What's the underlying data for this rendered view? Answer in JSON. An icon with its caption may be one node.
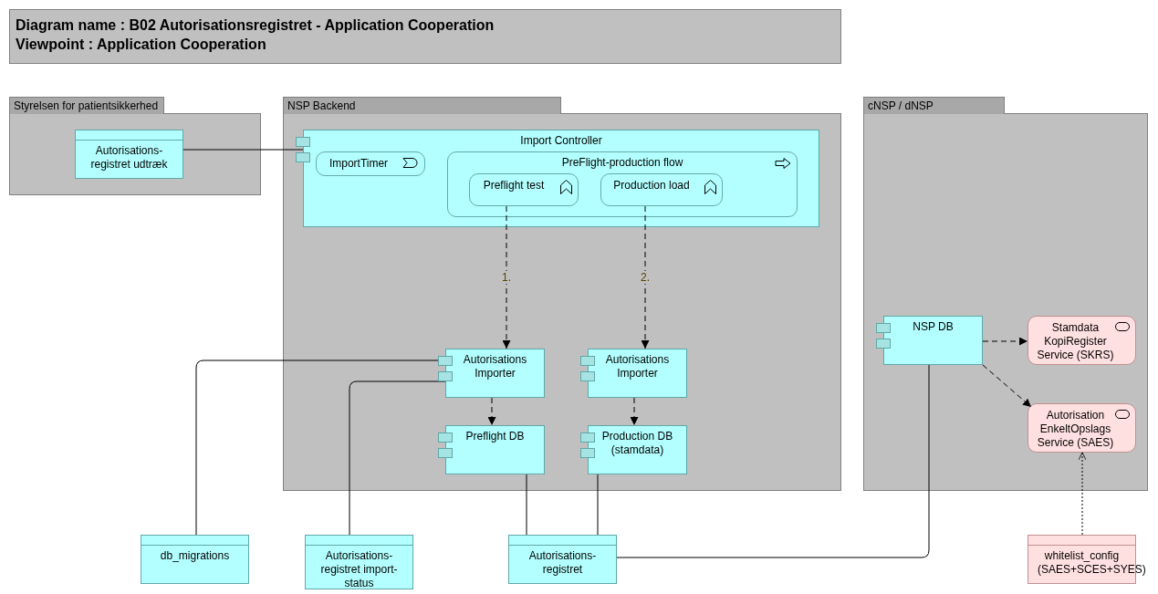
{
  "diagram": {
    "nodes": [
      {
        "text": [
          "Diagram name : B02 Autorisationsregistret - Application Cooperation",
          "Viewpoint : Application Cooperation"
        ]
      },
      {
        "text": [
          "Styrelsen for patientsikkerhed"
        ]
      },
      {
        "text": [
          "Autorisations-registret udtræk"
        ],
        "in": 1
      },
      {
        "text": [
          "NSP Backend"
        ]
      },
      {
        "text": [
          "Import Controller"
        ],
        "in": 3
      },
      {
        "text": [
          "ImportTimer"
        ],
        "in": 4
      },
      {
        "text": [
          "PreFlight-production flow"
        ],
        "in": 4
      },
      {
        "text": [
          "Preflight test"
        ],
        "in": 6
      },
      {
        "text": [
          "Production load"
        ],
        "in": 6
      },
      {
        "text": [
          "Autorisations Importer"
        ],
        "in": 3
      },
      {
        "text": [
          "Autorisations Importer"
        ],
        "in": 3
      },
      {
        "text": [
          "Preflight DB"
        ],
        "in": 3
      },
      {
        "text": [
          "Production DB (stamdata)"
        ],
        "in": 3
      },
      {
        "text": [
          "cNSP / dNSP"
        ]
      },
      {
        "text": [
          "NSP DB"
        ],
        "in": 13
      },
      {
        "text": [
          "Stamdata KopiRegister Service (SKRS)"
        ],
        "in": 13
      },
      {
        "text": [
          "Autorisation EnkeltOpslags Service (SAES)"
        ],
        "in": 13
      },
      {
        "text": [
          "db_migrations"
        ]
      },
      {
        "text": [
          "Autorisations-registret import-status"
        ]
      },
      {
        "text": [
          "Autorisations-registret"
        ]
      },
      {
        "text": [
          "whitelist_config (SAES+SCES+SYES)"
        ]
      }
    ],
    "edges": [
      {
        "from": 2,
        "to": 4,
        "arrow": "none"
      },
      {
        "from": 7,
        "to": 9,
        "arrow": "to",
        "style": "dashed",
        "label": "1."
      },
      {
        "from": 8,
        "to": 10,
        "arrow": "to",
        "style": "dashed",
        "label": "2."
      },
      {
        "from": 9,
        "to": 11,
        "arrow": "to",
        "style": "dashed"
      },
      {
        "from": 10,
        "to": 12,
        "arrow": "to",
        "style": "dashed"
      },
      {
        "from": 14,
        "to": 15,
        "arrow": "to",
        "style": "dashed"
      },
      {
        "from": 14,
        "to": 16,
        "arrow": "to",
        "style": "dashed"
      },
      {
        "from": 20,
        "to": 16,
        "arrow": "to",
        "style": "dashed"
      },
      {
        "from": 17,
        "to": 9,
        "arrow": "none"
      },
      {
        "from": 18,
        "to": 9,
        "arrow": "none"
      },
      {
        "from": 11,
        "to": 19,
        "arrow": "none"
      },
      {
        "from": 12,
        "to": 19,
        "arrow": "none"
      },
      {
        "from": 19,
        "to": 14,
        "arrow": "none"
      }
    ]
  }
}
